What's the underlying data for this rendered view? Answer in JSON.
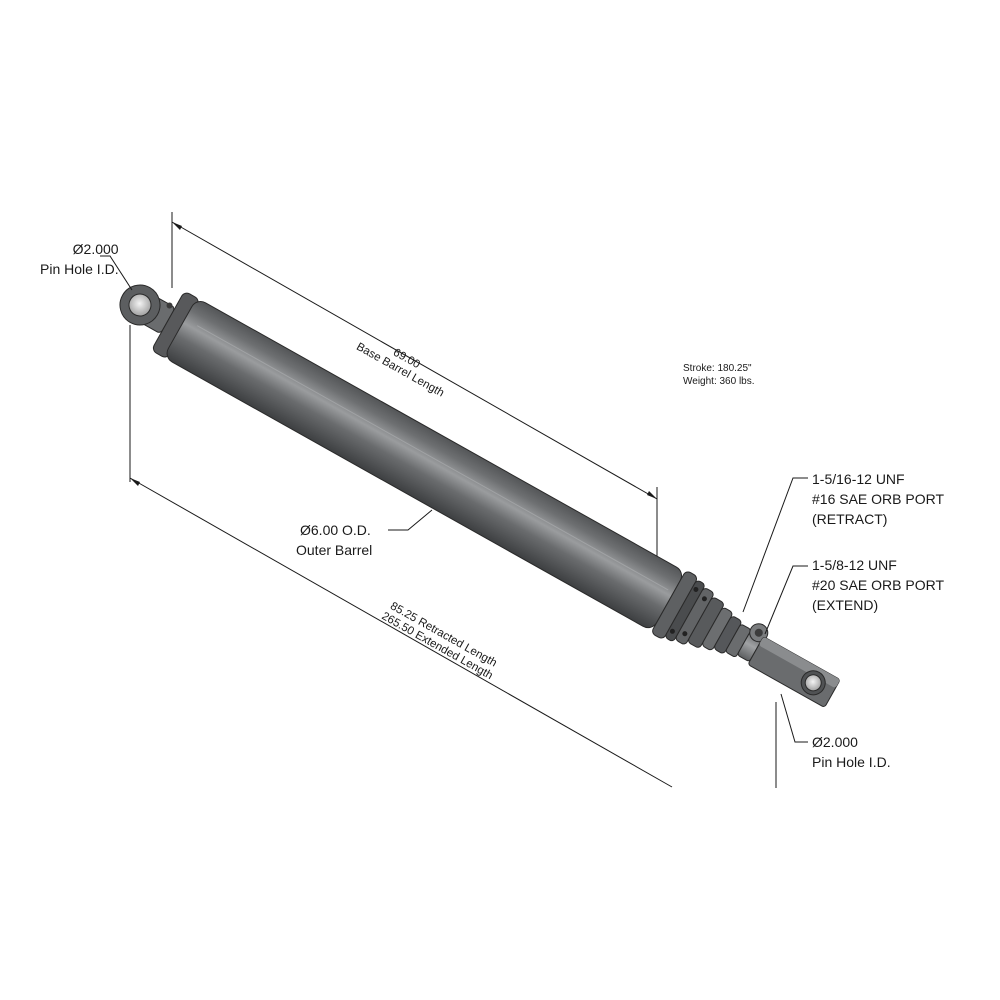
{
  "pin_hole_top": {
    "dia": "Ø2.000",
    "desc": "Pin Hole I.D."
  },
  "base_barrel": {
    "value": "69.00",
    "label": "Base Barrel Length"
  },
  "specs": {
    "stroke": "Stroke: 180.25\"",
    "weight": "Weight: 360 lbs."
  },
  "port_retract": {
    "line1": "1-5/16-12 UNF",
    "line2": "#16 SAE ORB PORT",
    "line3": "(RETRACT)"
  },
  "port_extend": {
    "line1": "1-5/8-12 UNF",
    "line2": "#20 SAE ORB PORT",
    "line3": "(EXTEND)"
  },
  "outer_barrel": {
    "dia": "Ø6.00 O.D.",
    "desc": "Outer Barrel"
  },
  "overall_length": {
    "retracted": "85.25 Retracted Length",
    "extended": "265.50 Extended Length"
  },
  "pin_hole_bottom": {
    "dia": "Ø2.000",
    "desc": "Pin Hole I.D."
  },
  "colors": {
    "barrel_dark": "#4a4c4e",
    "barrel_light": "#9a9c9e",
    "line": "#1a1a1a"
  }
}
